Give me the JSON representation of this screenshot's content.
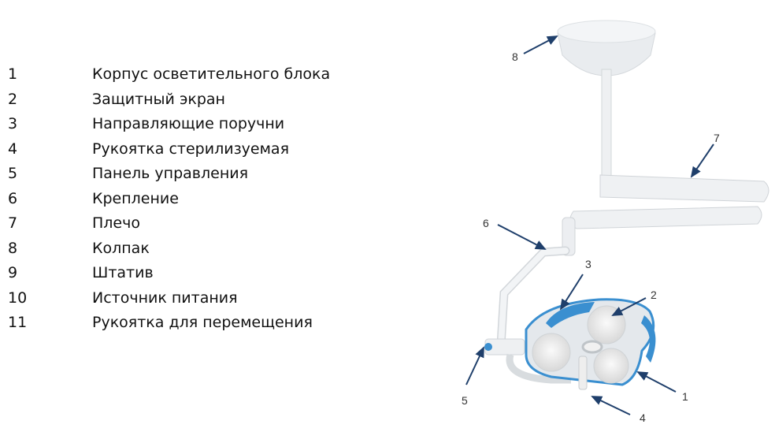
{
  "legend": [
    {
      "num": "1",
      "label": "Корпус осветительного блока"
    },
    {
      "num": "2",
      "label": "Защитный экран"
    },
    {
      "num": "3",
      "label": "Направляющие поручни"
    },
    {
      "num": "4",
      "label": "Рукоятка стерилизуемая"
    },
    {
      "num": "5",
      "label": "Панель управления"
    },
    {
      "num": "6",
      "label": "Крепление"
    },
    {
      "num": "7",
      "label": "Плечо"
    },
    {
      "num": "8",
      "label": "Колпак"
    },
    {
      "num": "9",
      "label": "Штатив"
    },
    {
      "num": "10",
      "label": "Источник питания"
    },
    {
      "num": "11",
      "label": "Рукоятка для перемещения"
    }
  ],
  "callouts": {
    "c1": "1",
    "c2": "2",
    "c3": "3",
    "c4": "4",
    "c5": "5",
    "c6": "6",
    "c7": "7",
    "c8": "8"
  },
  "colors": {
    "accent_blue": "#3a8fd0",
    "arrow": "#1f3f6b",
    "body": "#e8ecf0"
  }
}
